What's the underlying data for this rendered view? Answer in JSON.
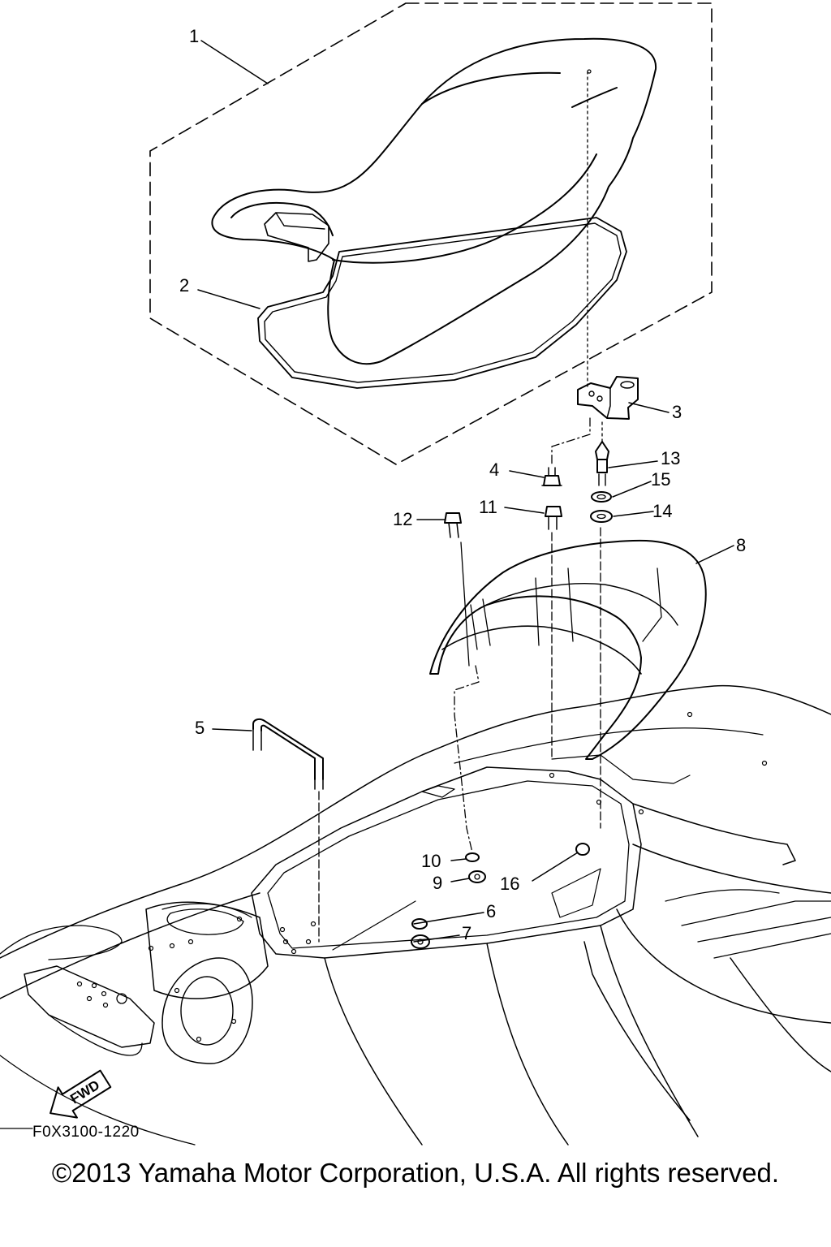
{
  "diagram": {
    "drawing_code": "F0X3100-1220",
    "copyright": "©2013 Yamaha Motor Corporation, U.S.A. All rights reserved.",
    "direction_label": "FWD",
    "callouts": [
      "1",
      "2",
      "3",
      "4",
      "5",
      "6",
      "7",
      "8",
      "9",
      "10",
      "11",
      "12",
      "13",
      "14",
      "15",
      "16"
    ]
  }
}
